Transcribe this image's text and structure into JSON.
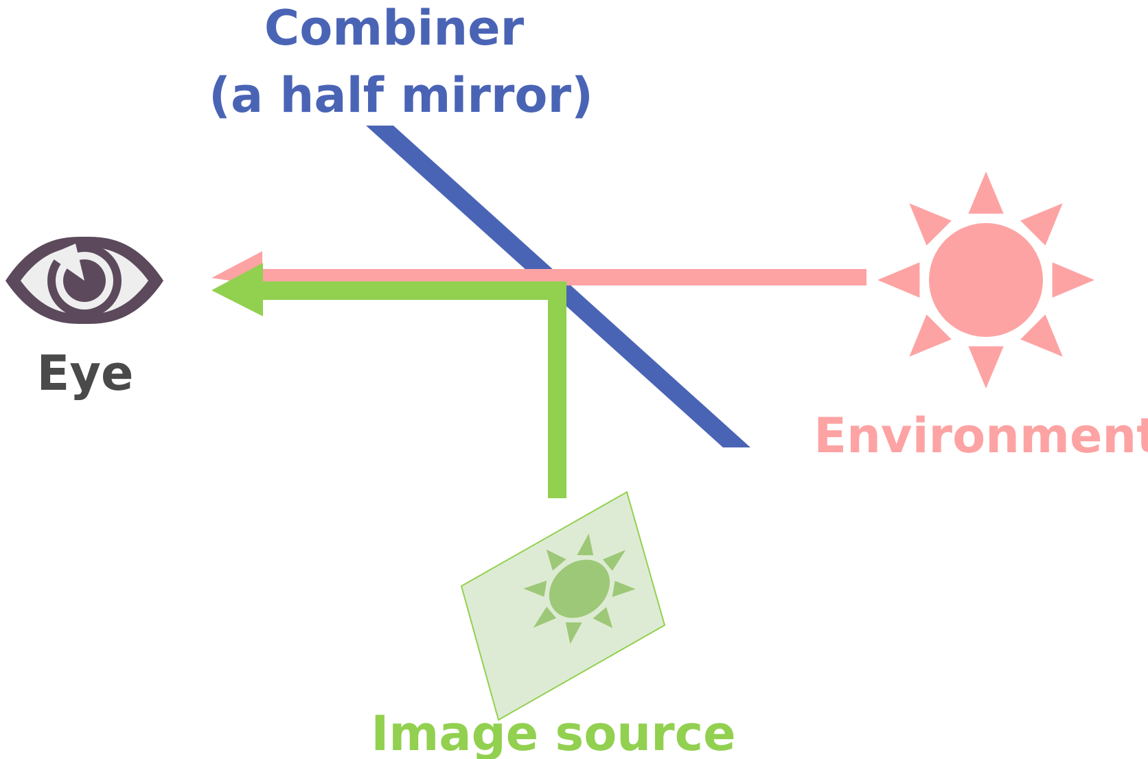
{
  "labels": {
    "combiner_line1": "Combiner",
    "combiner_line2": "(a half mirror)",
    "eye": "Eye",
    "environment": "Environment",
    "image_source": "Image source"
  },
  "colors": {
    "combiner": "#4a64b5",
    "environment": "#fda3a3",
    "image_path": "#92d050",
    "image_panel_fill": "#deebd4",
    "image_panel_stroke": "#92d050",
    "image_sun": "#9dc878",
    "eye": "#5c4a5c",
    "eye_text": "#4a4a4a",
    "eye_white": "#eeeeee"
  },
  "icons": {
    "eye": "eye-icon",
    "environment": "sun-icon",
    "image_source": "image-panel-icon"
  }
}
